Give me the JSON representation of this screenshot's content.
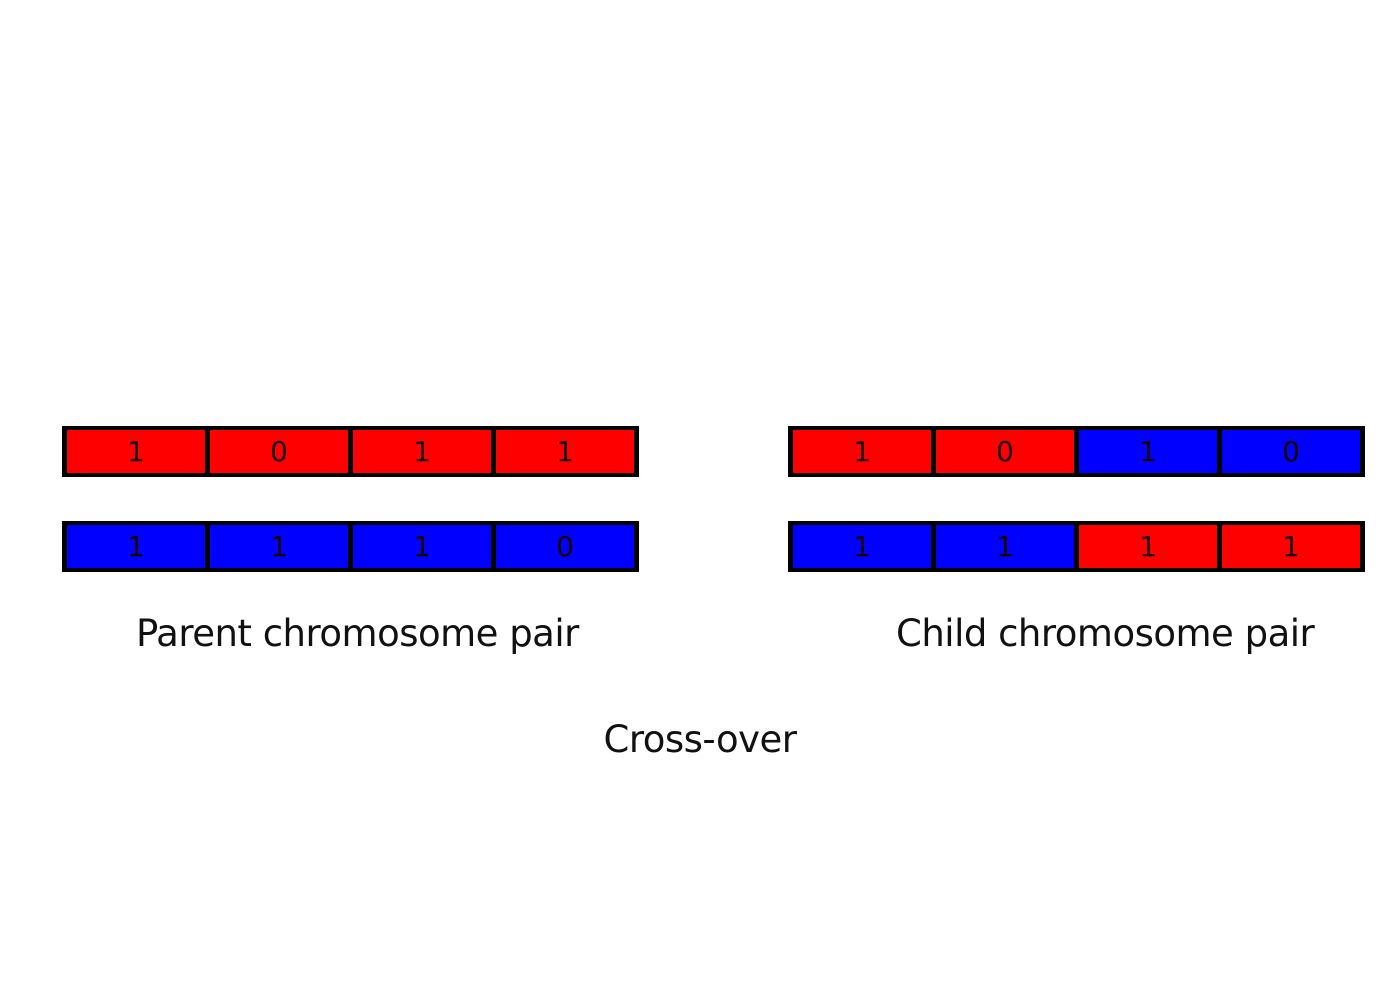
{
  "colors": {
    "red": "#ff0000",
    "blue": "#0000ff",
    "border": "#000000"
  },
  "parent": {
    "label": "Parent chromosome pair",
    "chromosomes": [
      {
        "genes": [
          {
            "value": "1",
            "color": "red"
          },
          {
            "value": "0",
            "color": "red"
          },
          {
            "value": "1",
            "color": "red"
          },
          {
            "value": "1",
            "color": "red"
          }
        ]
      },
      {
        "genes": [
          {
            "value": "1",
            "color": "blue"
          },
          {
            "value": "1",
            "color": "blue"
          },
          {
            "value": "1",
            "color": "blue"
          },
          {
            "value": "0",
            "color": "blue"
          }
        ]
      }
    ]
  },
  "child": {
    "label": "Child chromosome pair",
    "chromosomes": [
      {
        "genes": [
          {
            "value": "1",
            "color": "red"
          },
          {
            "value": "0",
            "color": "red"
          },
          {
            "value": "1",
            "color": "blue"
          },
          {
            "value": "0",
            "color": "blue"
          }
        ]
      },
      {
        "genes": [
          {
            "value": "1",
            "color": "blue"
          },
          {
            "value": "1",
            "color": "blue"
          },
          {
            "value": "1",
            "color": "red"
          },
          {
            "value": "1",
            "color": "red"
          }
        ]
      }
    ]
  },
  "footer": {
    "title": "Cross-over"
  }
}
